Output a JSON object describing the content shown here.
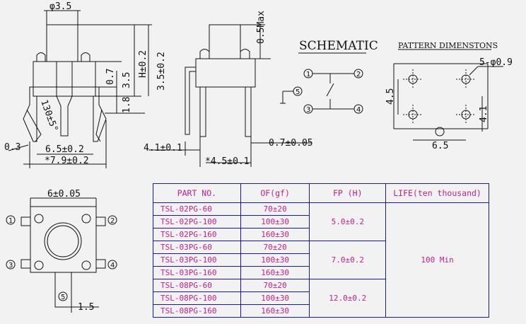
{
  "schematic": {
    "title": "SCHEMATIC",
    "pins": [
      "1",
      "2",
      "3",
      "4",
      "5"
    ]
  },
  "pattern": {
    "title": "PATTERN DIMENSTONS",
    "hole_label": "5-φ0.9",
    "dim_width": "6.5",
    "dim_height_left": "4.5",
    "dim_height_right": "4.1"
  },
  "side_view": {
    "plunger_dia": "φ3.5",
    "dim_0_7": "0.7",
    "dim_3_5": "3.5",
    "dim_h": "H±0.2",
    "dim_1_8": "1.8",
    "dim_angle": "130±5°",
    "dim_0_3": "0.3",
    "dim_6_5": "6.5±0.2",
    "dim_7_9": "*7.9±0.2"
  },
  "front_view": {
    "dim_0_5max": "0.5Max",
    "dim_3_5": "3.5±0.2",
    "dim_4_1": "4.1±0.1",
    "dim_0_7": "0.7±0.05",
    "dim_4_5": "*4.5±0.1"
  },
  "top_view": {
    "dim_width": "6±0.05",
    "dim_1_5": "1.5",
    "pins": [
      "1",
      "2",
      "3",
      "4",
      "5"
    ]
  },
  "colors": {
    "line": "#111111",
    "table_border": "#1a1aa6",
    "table_text": "#c0208c"
  },
  "table": {
    "headers": [
      "PART NO.",
      "OF(gf)",
      "FP (H)",
      "LIFE(ten thousand)"
    ],
    "rows": [
      {
        "part": "TSL-02PG-60",
        "of": "70±20"
      },
      {
        "part": "TSL-02PG-100",
        "of": "100±30"
      },
      {
        "part": "TSL-02PG-160",
        "of": "160±30"
      },
      {
        "part": "TSL-03PG-60",
        "of": "70±20"
      },
      {
        "part": "TSL-03PG-100",
        "of": "100±30"
      },
      {
        "part": "TSL-03PG-160",
        "of": "160±30"
      },
      {
        "part": "TSL-08PG-60",
        "of": "70±20"
      },
      {
        "part": "TSL-08PG-100",
        "of": "100±30"
      },
      {
        "part": "TSL-08PG-160",
        "of": "160±30"
      }
    ],
    "fp": [
      "5.0±0.2",
      "7.0±0.2",
      "12.0±0.2"
    ],
    "life": "100 Min"
  }
}
